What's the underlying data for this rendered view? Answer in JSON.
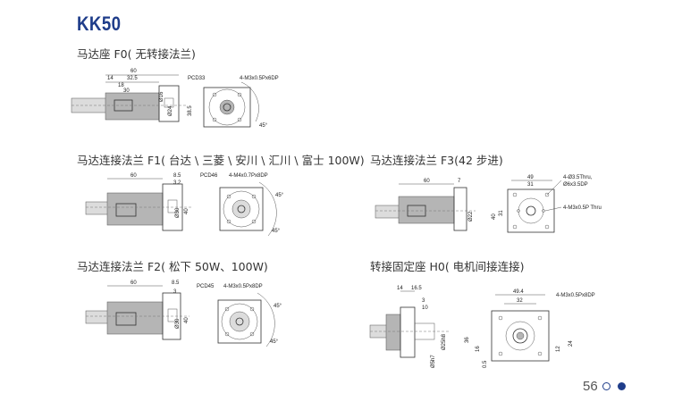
{
  "title": "KK50",
  "sections": {
    "f0": {
      "heading": "马达座 F0( 无转接法兰)",
      "dims": [
        "60",
        "14",
        "32.5",
        "18",
        "30",
        "PCD33",
        "4-M3x0.5Px6DP",
        "38.5",
        "45°",
        "Ø16",
        "Ø24"
      ]
    },
    "f1": {
      "heading": "马达连接法兰 F1( 台达 \\ 三菱 \\ 安川 \\ 汇川 \\ 富士 100W)",
      "dims": [
        "60",
        "8.5",
        "3.2",
        "PCD46",
        "4-M4x0.7Px8DP",
        "45°",
        "45°",
        "Ø30",
        "40"
      ]
    },
    "f3": {
      "heading": "马达连接法兰 F3(42 步进)",
      "dims": [
        "60",
        "7",
        "49",
        "31",
        "4-Ø3.5Thru,",
        "Ø6x3.5DP",
        "4-M3x0.5P Thru",
        "40",
        "31",
        "Ø22"
      ]
    },
    "f2": {
      "heading": "马达连接法兰 F2( 松下 50W、100W)",
      "dims": [
        "60",
        "8.5",
        "3",
        "PCD45",
        "4-M3x0.5Px8DP",
        "45°",
        "45°",
        "Ø30",
        "40"
      ]
    },
    "h0": {
      "heading": "转接固定座 H0( 电机间接连接)",
      "dims": [
        "14",
        "16.5",
        "3",
        "10",
        "49.4",
        "4-M3x0.5Px8DP",
        "32",
        "Ø25h8",
        "Ø5h7",
        "36",
        "16",
        "0.5",
        "12",
        "24"
      ]
    }
  },
  "page": {
    "number": "56"
  },
  "colors": {
    "accent": "#1f3d8a"
  }
}
